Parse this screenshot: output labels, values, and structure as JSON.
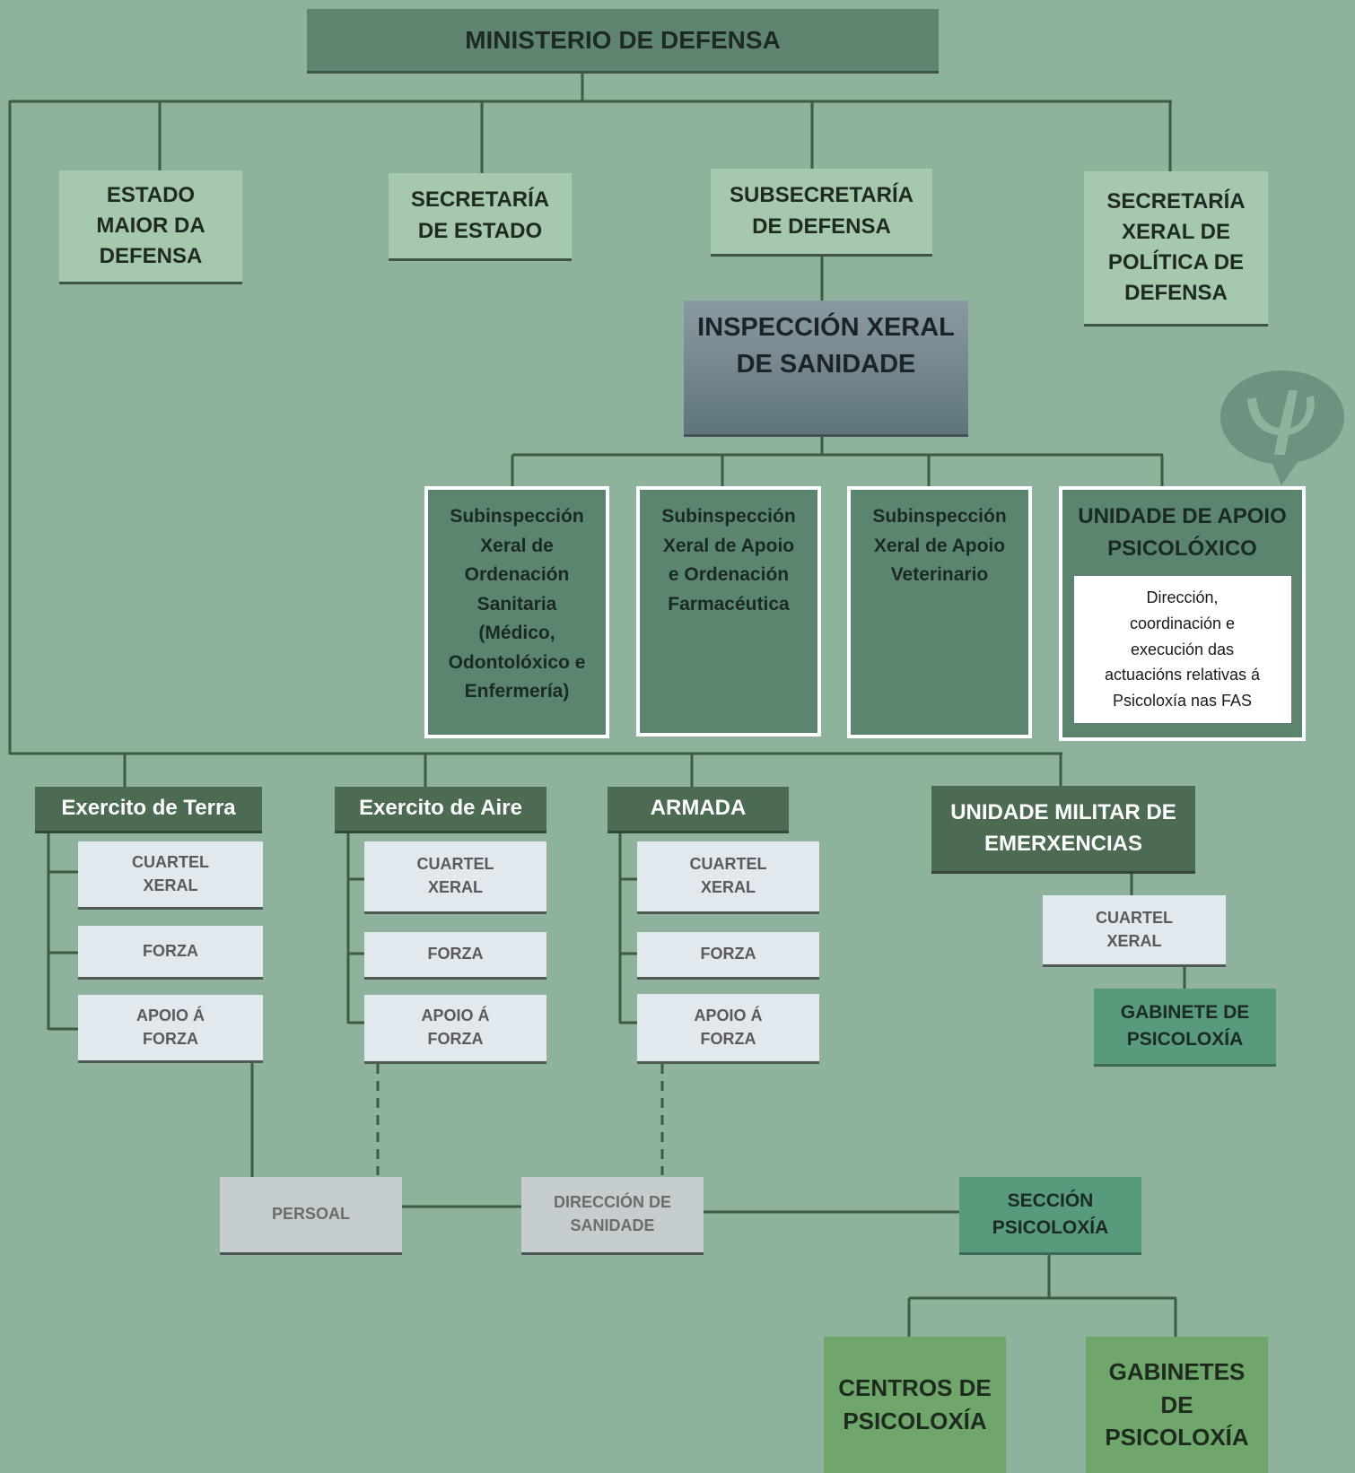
{
  "top": {
    "title": "MINISTERIO DE DEFENSA"
  },
  "level1": [
    "ESTADO\nMAIOR DA\nDEFENSA",
    "SECRETARÍA\nDE ESTADO",
    "SUBSECRETARÍA\nDE DEFENSA",
    "SECRETARÍA\nXERAL DE\nPOLÍTICA DE\nDEFENSA"
  ],
  "inspection": {
    "title": "INSPECCIÓN XERAL\nDE SANIDADE"
  },
  "subinspections": [
    "Subinspección\nXeral de\nOrdenación\nSanitaria\n(Médico,\nOdontolóxico e\nEnfermería)",
    "Subinspección\nXeral de Apoio\ne Ordenación\nFarmacéutica",
    "Subinspección\nXeral de Apoio\nVeterinario"
  ],
  "psych_unit": {
    "title": "UNIDADE DE APOIO\nPSICOLÓXICO",
    "description": "Dirección,\ncoordinación e\nexecución das\nactuacións relativas á\nPsicoloxía nas FAS"
  },
  "branches": [
    {
      "name": "Exercito de Terra",
      "cuartel": "CUARTEL\nXERAL",
      "forza": "FORZA",
      "apoio": "APOIO Á\nFORZA"
    },
    {
      "name": "Exercito de Aire",
      "cuartel": "CUARTEL\nXERAL",
      "forza": "FORZA",
      "apoio": "APOIO Á\nFORZA"
    },
    {
      "name": "ARMADA",
      "cuartel": "CUARTEL\nXERAL",
      "forza": "FORZA",
      "apoio": "APOIO Á\nFORZA"
    }
  ],
  "ume": {
    "name": "UNIDADE MILITAR DE\nEMERXENCIAS",
    "cuartel": "CUARTEL\nXERAL",
    "gabinete": "GABINETE  DE\nPSICOLOXÍA"
  },
  "bottom": {
    "persoal": "PERSOAL",
    "direccion": "DIRECCIÓN DE\nSANIDADE",
    "seccion": "SECCIÓN\nPSICOLOXÍA",
    "centros": "CENTROS DE\nPSICOLOXÍA",
    "gabinetes": "GABINETES\nDE\nPSICOLOXÍA"
  },
  "colors": {
    "background": "#8fb29c",
    "connector": "#3e5b45",
    "branch_header": "#4d6a52",
    "teal": "#579a7c",
    "bright_green": "#6ea66c"
  },
  "icons": {
    "logo": "psi-speech-bubble-icon"
  }
}
